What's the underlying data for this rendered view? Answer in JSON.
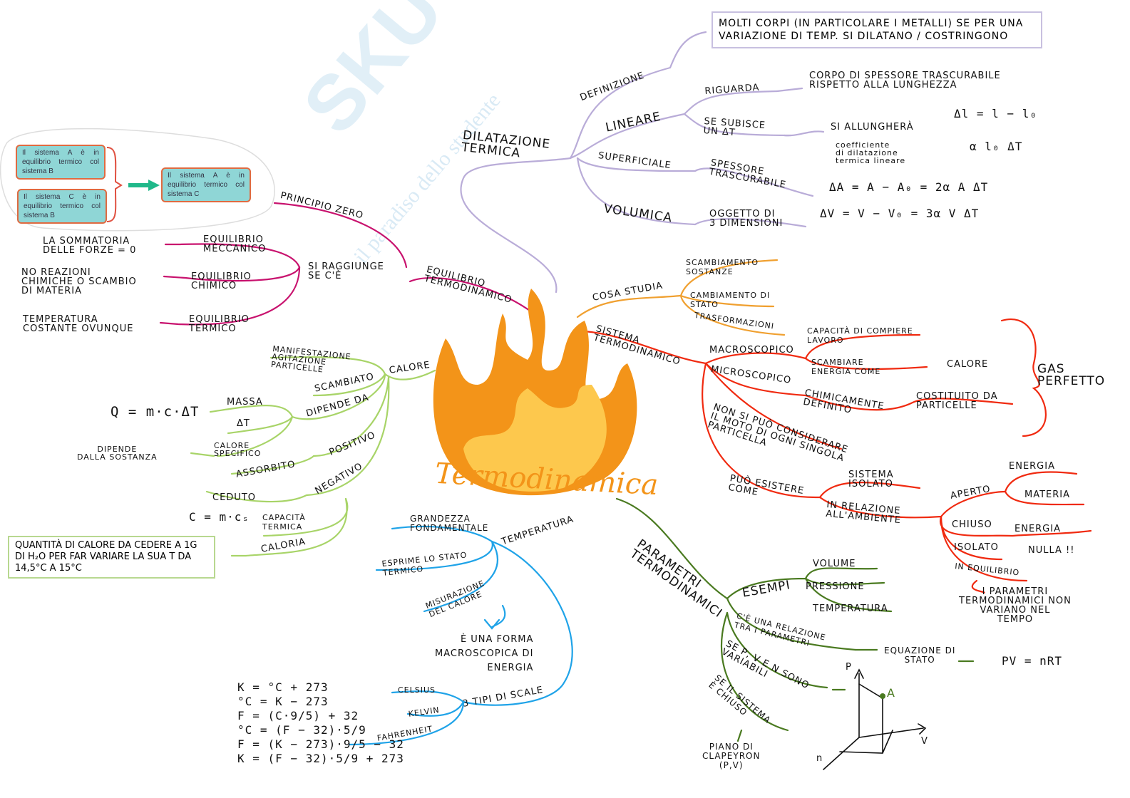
{
  "watermark": {
    "logo": "SKUOLA.net",
    "slogan": "il paradiso dello studente"
  },
  "center": {
    "title": "Termodinamica",
    "flame_outer": "#f39419",
    "flame_inner": "#fdc84d"
  },
  "colors": {
    "dilatazione": "#b9acd8",
    "equilibrio": "#c8126e",
    "studia": "#f0a030",
    "sistema": "#f02a10",
    "calore": "#a8d468",
    "temperatura": "#1fa3e8",
    "parametri": "#4a7a20"
  },
  "dilatazione": {
    "label": "DILATAZIONE\nTERMICA",
    "definizione": "DEFINIZIONE",
    "definizione_text": "MOLTI CORPI (IN PARTICOLARE I METALLI) SE\nPER UNA VARIAZIONE DI TEMP. SI\nDILATANO / COSTRINGONO",
    "lineare": "LINEARE",
    "riguarda": "RIGUARDA",
    "riguarda_text": "CORPO DI SPESSORE TRASCURABILE\nRISPETTO ALLA LUNGHEZZA",
    "se_subisce": "SE SUBISCE\nUN ΔT",
    "si_allunghera": "SI ALLUNGHERÀ",
    "formula_l": "Δl = l − l₀",
    "formula_l2": "α l₀ ΔT",
    "coefficiente": "coefficiente\ndi dilatazione\ntermica lineare",
    "superficiale": "SUPERFICIALE",
    "spessore": "SPESSORE\nTRASCURABILE",
    "formula_a": "ΔA = A − A₀ = 2α A ΔT",
    "volumica": "VOLUMICA",
    "oggetto": "OGGETTO DI\n3 DIMENSIONI",
    "formula_v": "ΔV = V − V₀ = 3α V ΔT"
  },
  "equilibrio": {
    "principio_zero": "PRINCIPIO ZERO",
    "boxes": [
      "Il sistema A è in equilibrio termico col sistema B",
      "Il sistema C è in equilibrio termico col sistema B",
      "Il sistema A è in equilibrio termico col sistema C"
    ],
    "label": "EQUILIBRIO\nTERMODINAMICO",
    "si_raggiunge": "SI RAGGIUNGE\nSE C'È",
    "meccanico": "EQUILIBRIO\nMECCANICO",
    "meccanico_text": "LA SOMMATORIA\nDELLE FORZE = 0",
    "chimico": "EQUILIBRIO\nCHIMICO",
    "chimico_text": "NO REAZIONI\nCHIMICHE O SCAMBIO\nDI MATERIA",
    "termico": "EQUILIBRIO\nTERMICO",
    "termico_text": "TEMPERATURA\nCOSTANTE OVUNQUE"
  },
  "studia": {
    "label": "COSA STUDIA",
    "items": [
      "SCAMBIAMENTO\nSOSTANZE",
      "CAMBIAMENTO DI\nSTATO",
      "TRASFORMAZIONI"
    ]
  },
  "sistema": {
    "label": "SISTEMA\nTERMODINAMICO",
    "macroscopico": "MACROSCOPICO",
    "capacita": "CAPACITÀ DI COMPIERE\nLAVORO",
    "scambiare": "SCAMBIARE\nENERGIA COME",
    "calore": "CALORE",
    "microscopico": "MICROSCOPICO",
    "chimicamente": "CHIMICAMENTE\nDEFINITO",
    "costituito": "COSTITUITO DA\nPARTICELLE",
    "gas": "GAS\nPERFETTO",
    "non_si_puo": "NON SI PUÒ CONSIDERARE\nIL MOTO DI OGNI SINGOLA\nPARTICELLA",
    "puo_esistere": "PUÒ ESISTERE\nCOME",
    "sistema_isolato": "SISTEMA\nISOLATO",
    "in_relazione": "IN RELAZIONE\nALL'AMBIENTE",
    "aperto": "APERTO",
    "energia1": "ENERGIA",
    "materia": "MATERIA",
    "chiuso": "CHIUSO",
    "energia2": "ENERGIA",
    "isolato": "ISOLATO",
    "nulla": "NULLA !!",
    "in_equilibrio": "IN EQUILIBRIO",
    "parametri_text": "I PARAMETRI\nTERMODINAMICI NON\nVARIANO NEL\nTEMPO"
  },
  "calore": {
    "label": "CALORE",
    "manifestazione": "MANIFESTAZIONE\nAGITAZIONE\nPARTICELLE",
    "scambiato": "SCAMBIATO",
    "dipende_da": "DIPENDE DA",
    "massa": "MASSA",
    "delta_t": "ΔT",
    "calore_specifico": "CALORE\nSPECIFICO",
    "formula_q": "Q = m·c·ΔT",
    "dipende_sostanza": "DIPENDE\nDALLA SOSTANZA",
    "positivo": "POSITIVO",
    "assorbito": "ASSORBITO",
    "negativo": "NEGATIVO",
    "ceduto": "CEDUTO",
    "formula_c": "C = m·cₛ",
    "capacita": "CAPACITÀ\nTERMICA",
    "caloria": "CALORIA",
    "caloria_text": "QUANTITÀ DI CALORE DA CEDERE\nA 1g DI H₂O PER FAR VARIARE\nLA SUA T DA 14,5°C A 15°C"
  },
  "temperatura": {
    "label": "TEMPERATURA",
    "grandezza": "GRANDEZZA\nFONDAMENTALE",
    "esprime": "ESPRIME LO STATO\nTERMICO",
    "misurazione": "MISURAZIONE\nDEL CALORE",
    "forma": "È UNA FORMA\nMACROSCOPICA DI\nENERGIA",
    "scale": "3 TIPI DI SCALE",
    "celsius": "CELSIUS",
    "kelvin": "KELVIN",
    "fahrenheit": "FAHRENHEIT",
    "formulas": [
      "K = °C + 273",
      "°C = K − 273",
      "F = (C·9/5) + 32",
      "°C = (F − 32)·5/9",
      "F = (K − 273)·9/5 − 32",
      "K = (F − 32)·5/9 + 273"
    ]
  },
  "parametri": {
    "label": "PARAMETRI\nTERMODINAMICI",
    "esempi": "ESEMPI",
    "volume": "VOLUME",
    "pressione": "PRESSIONE",
    "temperatura": "TEMPERATURA",
    "relazione": "C'È UNA RELAZIONE\nTRA I PARAMETRI",
    "equazione": "EQUAZIONE DI\nSTATO",
    "pv": "PV = nRT",
    "se_variabili": "SE P, V e n SONO\nVARIABILI",
    "se_chiuso": "SE IL SISTEMA\nÈ CHIUSO",
    "clapeyron": "PIANO DI\nCLAPEYRON\n(P,V)",
    "axis_p": "P",
    "axis_v": "V",
    "axis_n": "n",
    "point_a": "A"
  }
}
